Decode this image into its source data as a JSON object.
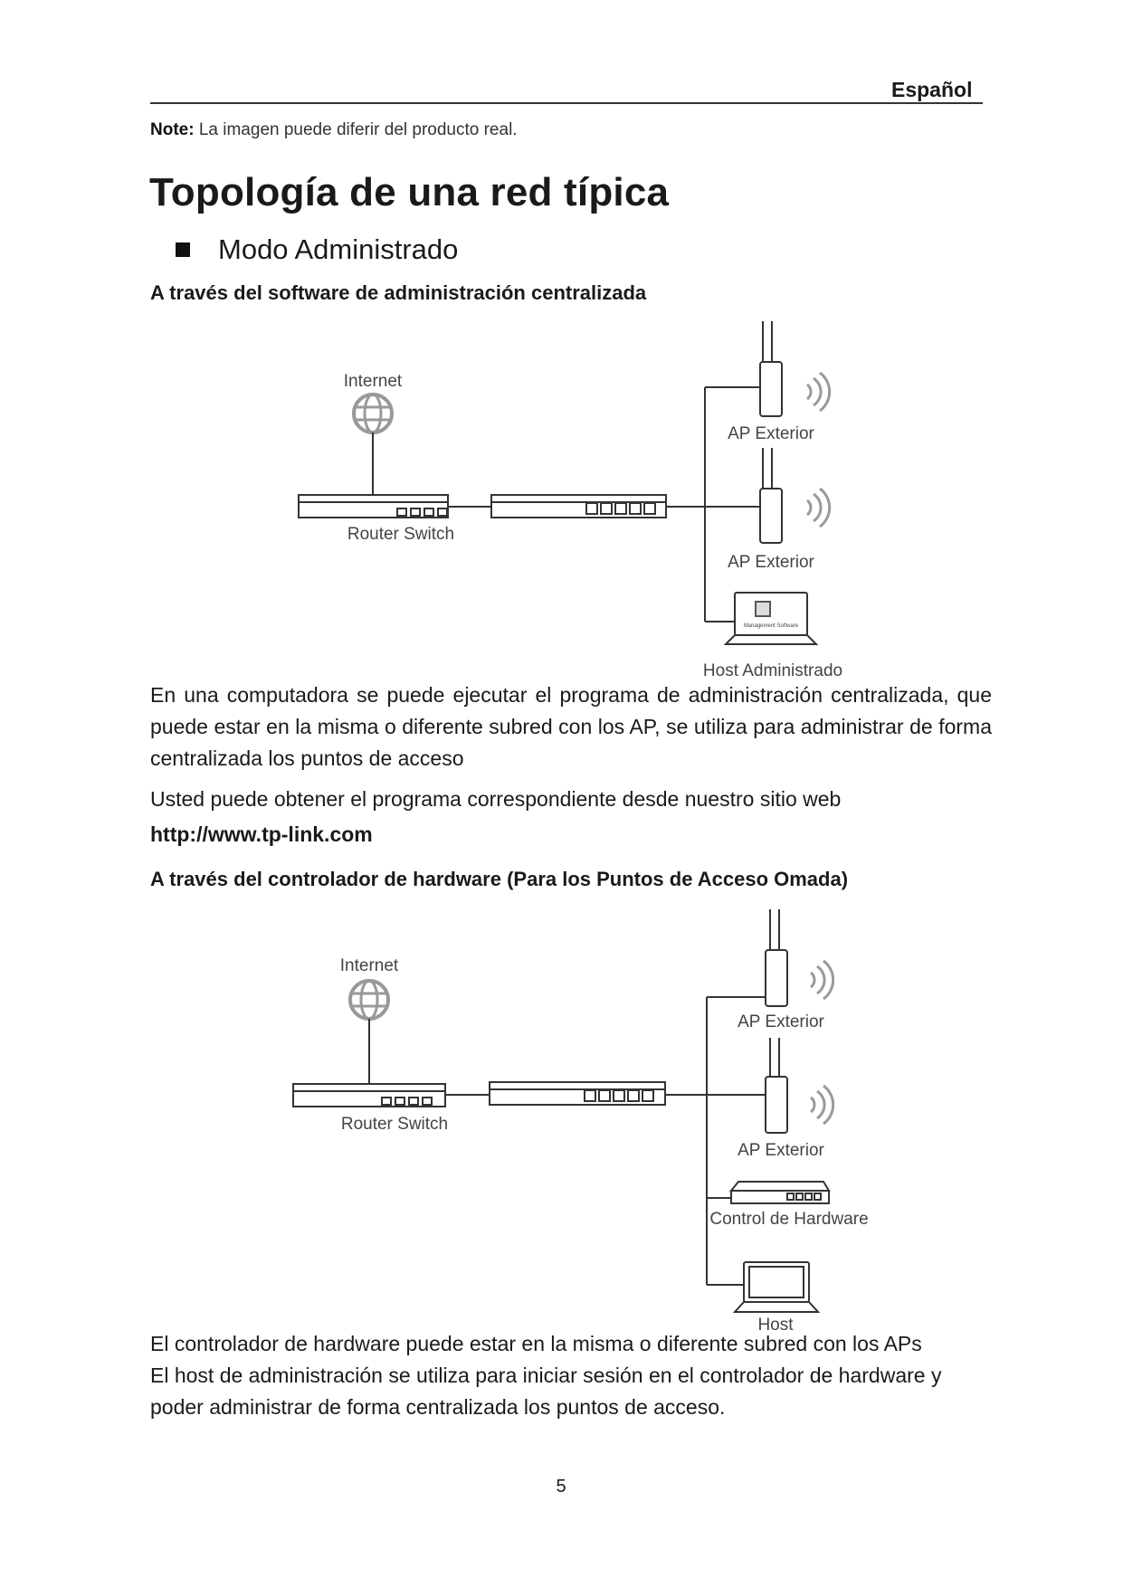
{
  "header": {
    "language": "Español"
  },
  "note": {
    "label": "Note:",
    "text": "La imagen puede diferir del producto real."
  },
  "title": "Topología de una red típica",
  "subtitle": "Modo Administrado",
  "section1": {
    "heading": "A través del software de administración centralizada",
    "diagram": {
      "internet_label": "Internet",
      "router_label": "Router Switch",
      "ap1_label": "AP Exterior",
      "ap2_label": "AP Exterior",
      "host_label": "Host Administrado",
      "screen_text": "Management Software"
    },
    "para1": "En una computadora se puede ejecutar el programa de administración centralizada, que puede estar en la misma o diferente subred con los AP, se utiliza para administrar de forma centralizada los puntos de acceso",
    "para2": "Usted puede obtener el programa correspondiente desde nuestro sitio web",
    "url": "http://www.tp-link.com"
  },
  "section2": {
    "heading": "A través del controlador de hardware (Para los Puntos de Acceso Omada)",
    "diagram": {
      "internet_label": "Internet",
      "router_label": "Router Switch",
      "ap1_label": "AP Exterior",
      "ap2_label": "AP Exterior",
      "controller_label": "Control de Hardware",
      "host_label": "Host"
    },
    "para1": "El controlador de hardware puede estar en la misma o diferente subred con los APs",
    "para2": "El host de administración se utiliza para iniciar sesión en el controlador de hardware y poder administrar de forma centralizada los puntos de acceso."
  },
  "page_number": "5"
}
